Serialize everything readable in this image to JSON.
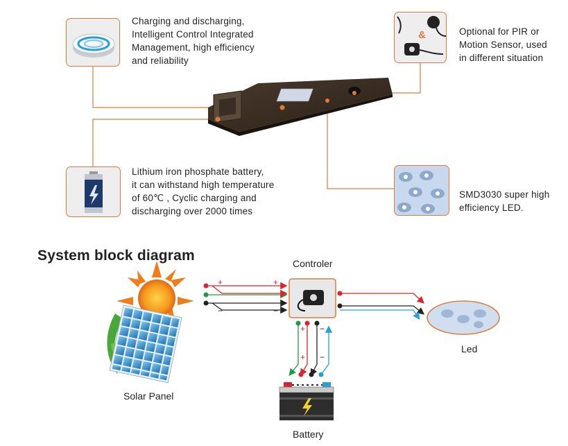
{
  "features": {
    "controller": {
      "lines": [
        "Charging and discharging,",
        "Intelligent Control Integrated",
        "Management, high efficiency",
        "and reliability"
      ],
      "icon": "controller-disc-icon"
    },
    "sensor": {
      "lines": [
        "Optional for PIR or",
        "Motion Sensor, used",
        "in different situation"
      ],
      "amp": "&",
      "icon": "motion-sensor-icon"
    },
    "battery": {
      "lines": [
        "Lithium iron phosphate battery,",
        "it can withstand high temperature",
        "of 60℃ , Cyclic charging and",
        "discharging over 2000 times"
      ],
      "icon": "battery-icon"
    },
    "led": {
      "lines": [
        "SMD3030 super high",
        "efficiency LED."
      ],
      "icon": "led-chip-icon"
    }
  },
  "diagram": {
    "title": "System block diagram",
    "controller_label": "Controler",
    "solar_label": "Solar Panel",
    "led_label": "Led",
    "battery_label": "Battery",
    "plus": "+",
    "minus": "−"
  },
  "colors": {
    "accent": "#e07a3c",
    "wire_red": "#d9262e",
    "wire_green": "#1f9a48",
    "wire_black": "#222222",
    "wire_blue": "#2a9fd6"
  }
}
